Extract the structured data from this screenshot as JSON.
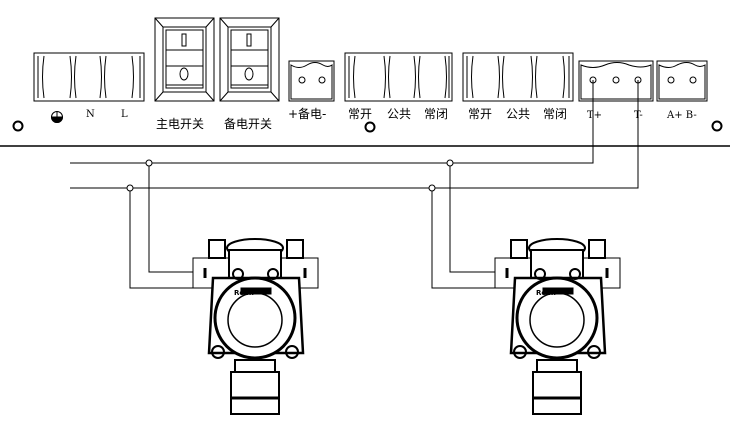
{
  "terminals": {
    "power": {
      "labels": [
        "N",
        "L"
      ],
      "ground_symbol": "ground-icon"
    },
    "main_switch_label": "主电开关",
    "backup_switch_label": "备电开关",
    "switch_on_mark": "I",
    "switch_off_mark": "O",
    "backup_power_label": "+备电-",
    "relay1": [
      "常开",
      "公共",
      "常闭"
    ],
    "relay2": [
      "常开",
      "公共",
      "常闭"
    ],
    "signal": [
      "T+",
      "T-"
    ],
    "rs485": "A+ B-"
  },
  "detectors": [
    {
      "logo_text": "Rean"
    },
    {
      "logo_text": "Rean"
    }
  ],
  "colors": {
    "line": "#000000",
    "background": "#ffffff"
  }
}
